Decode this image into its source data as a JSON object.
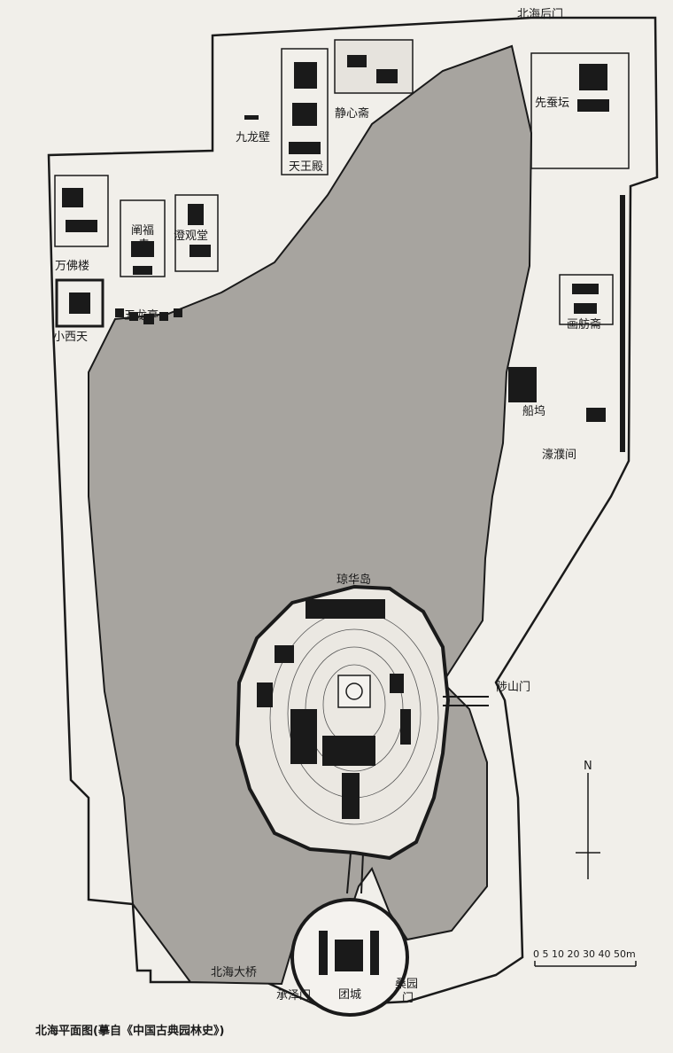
{
  "map": {
    "labels": {
      "beihai_houmen": "北海后门",
      "jiulongbi": "九龙壁",
      "jingxinzhai": "静心斋",
      "xiancantan": "先蚕坛",
      "tianwangdian": "天王殿",
      "chanfusi_1": "阐福",
      "chanfusi_2": "寺",
      "chengguantang": "澄观堂",
      "wanfolou": "万佛楼",
      "wulongting": "五龙亭",
      "xiaoxitian": "小西天",
      "huafangzhai": "画舫斋",
      "chuanwu": "船坞",
      "haopujian": "濠濮间",
      "qionghuadao": "琼华岛",
      "zhishanmen": "陟山门",
      "beihai_daqiao": "北海大桥",
      "tuancheng": "团城",
      "chengzemen": "承泽门",
      "sangyuanmen_1": "桑园",
      "sangyuanmen_2": "门"
    },
    "north": "N",
    "scale": {
      "ticks": "0 5 10 20 30 40 50m"
    },
    "colors": {
      "water": "#a7a49f",
      "paper": "#f1efea",
      "ink": "#1a1a1a"
    }
  },
  "caption": "北海平面图(摹自《中国古典园林史》)"
}
